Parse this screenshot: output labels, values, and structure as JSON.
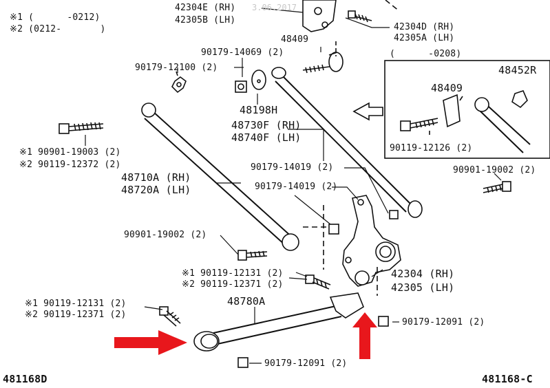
{
  "watermark": "3.06.2017",
  "legend": {
    "line1": "※1 (      -0212)",
    "line2": "※2 (0212-       )"
  },
  "inset": {
    "range": "(      -0208)",
    "p48452R": "48452R",
    "p48409": "48409",
    "bolt": "90119-12126 (2)"
  },
  "labels": {
    "p42304E": "42304E (RH)",
    "p42305B": "42305B (LH)",
    "p42304D": "42304D (RH)",
    "p42305A": "42305A (LH)",
    "p48409": "48409",
    "p14069": "90179-14069 (2)",
    "p12100": "90179-12100 (2)",
    "p48198H": "48198H",
    "p48730F": "48730F (RH)",
    "p48740F": "48740F (LH)",
    "p19003": "※1 90901-19003 (2)",
    "p12372": "※2 90119-12372 (2)",
    "p14019a": "90179-14019 (2)",
    "p14019b": "90179-14019 (2)",
    "p90901_19002_r": "90901-19002 (2)",
    "p48710A": "48710A (RH)",
    "p48720A": "48720A (LH)",
    "p90901_19002_l": "90901-19002 (2)",
    "p12131a": "※1 90119-12131 (2)",
    "p12371a": "※2 90119-12371 (2)",
    "p42304": "42304 (RH)",
    "p42305": "42305 (LH)",
    "p48780A": "48780A",
    "p12131b": "※1 90119-12131 (2)",
    "p12371b": "※2 90119-12371 (2)",
    "p12091a": "90179-12091 (2)",
    "p12091b": "90179-12091 (2)"
  },
  "footer": {
    "left": "481168D",
    "right": "481168-C"
  },
  "colors": {
    "ink": "#111111",
    "arrow": "#e8171c"
  }
}
